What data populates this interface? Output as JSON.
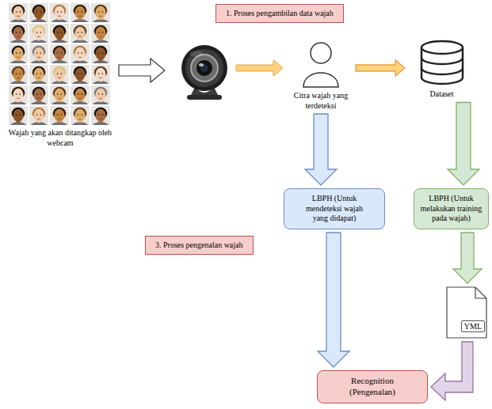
{
  "diagram": {
    "nodes": [
      {
        "text": [
          "1. Proses pengambilan data wajah"
        ]
      },
      {
        "text": [
          "Wajah yang akan ditangkap oleh webcam"
        ]
      },
      {
        "text": [
          "Citra wajah yang terdeteksi"
        ]
      },
      {
        "text": [
          "Dataset"
        ]
      },
      {
        "text": [
          "LBPH (Untuk mendeteksi wajah yang didapat)"
        ]
      },
      {
        "text": [
          "LBPH (Untuk melakukan training pada wajah)"
        ]
      },
      {
        "text": [
          "3. Proses pengenalan wajah"
        ]
      },
      {
        "text": [
          "YML"
        ]
      },
      {
        "text": [
          "Recognition (Pengenalan)"
        ]
      }
    ],
    "edges": [
      {
        "from": 2,
        "to": 3,
        "arrow": "to"
      },
      {
        "from": 2,
        "to": 4,
        "arrow": "to"
      },
      {
        "from": 3,
        "to": 5,
        "arrow": "to"
      },
      {
        "from": 4,
        "to": 8,
        "arrow": "to"
      },
      {
        "from": 5,
        "to": 7,
        "arrow": "to"
      },
      {
        "from": 7,
        "to": 8,
        "arrow": "to"
      }
    ]
  }
}
